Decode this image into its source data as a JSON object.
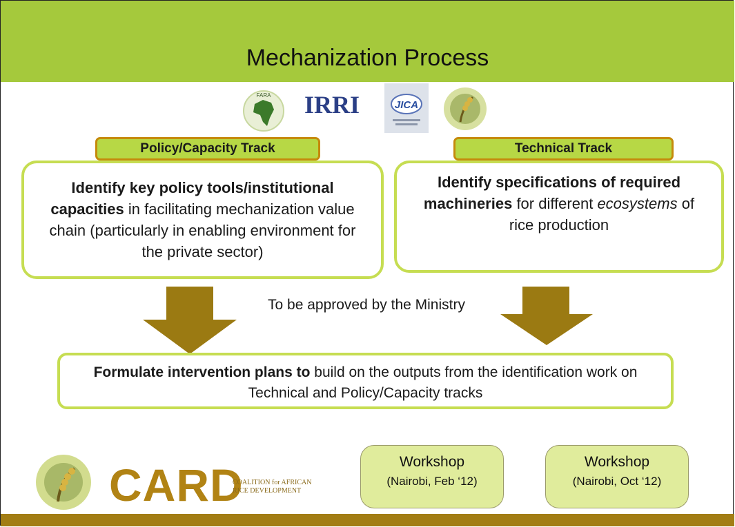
{
  "title": "Mechanization Process",
  "partner_logos": {
    "fara": "FARA",
    "irri": "IRRI",
    "jica": "JICA"
  },
  "policy_track": {
    "tab": "Policy/Capacity Track",
    "bold": "Identify key policy tools/institutional capacities",
    "rest": " in facilitating mechanization value chain (particularly in enabling environment for the private sector)"
  },
  "technical_track": {
    "tab": "Technical Track",
    "bold": "Identify specifications of required machineries",
    "mid": " for different ",
    "italic": "ecosystems",
    "rest": " of rice production"
  },
  "approval": "To be approved by the Ministry",
  "formulate": {
    "bold": "Formulate intervention plans to",
    "rest": " build on the outputs from the identification work on Technical and Policy/Capacity tracks"
  },
  "card": {
    "name": "CARD",
    "sub_line1": "COALITION for AFRICAN",
    "sub_line2": "RICE DEVELOPMENT"
  },
  "workshops": [
    {
      "label": "Workshop",
      "detail": "(Nairobi, Feb ‘12)"
    },
    {
      "label": "Workshop",
      "detail": "(Nairobi, Oct ‘12)"
    }
  ],
  "colors": {
    "title_band": "#a5c93c",
    "footer_band": "#a27d14",
    "arrow": "#9b7a12",
    "box_border": "#c6dd52",
    "tab_fill": "#b7d845",
    "tab_border": "#c58a0c",
    "workshop_fill": "#e0ec9c"
  }
}
